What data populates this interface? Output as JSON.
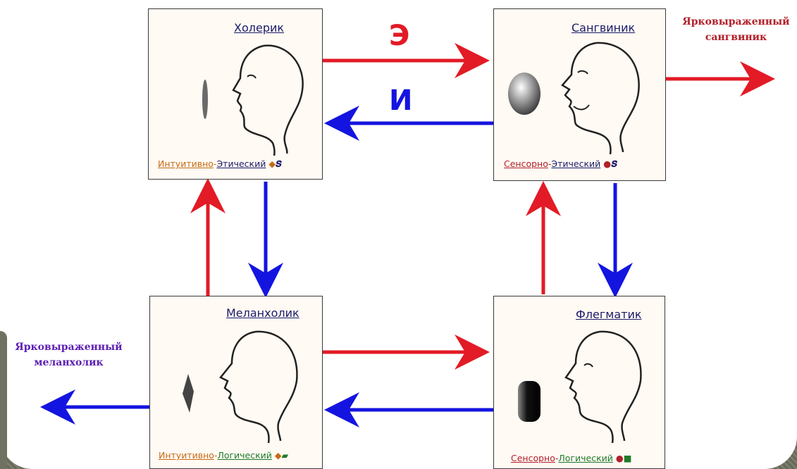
{
  "cards": {
    "choleric": {
      "name": "Холерик",
      "cap_a": "Интуитивно",
      "sep": "-",
      "cap_b": "Этический"
    },
    "sanguine": {
      "name": "Сангвиник",
      "cap_a": "Сенсорно",
      "sep": "-",
      "cap_b": "Этический"
    },
    "melancholic": {
      "name": "Меланхолик",
      "cap_a": "Интуитивно",
      "sep": "-",
      "cap_b": "Логический"
    },
    "phlegmatic": {
      "name": "Флегматик",
      "cap_a": "Сенсорно",
      "sep": "-",
      "cap_b": "Логический"
    }
  },
  "arrow_labels": {
    "e": "Э",
    "i": "И"
  },
  "notes": {
    "sanguine_line1": "Ярковыраженный",
    "sanguine_line2": "сангвиник",
    "melancholic_line1": "Ярковыраженный",
    "melancholic_line2": "меланхолик"
  },
  "colors": {
    "red_arrow": "#e21b26",
    "blue_arrow": "#1414e0",
    "intuitive": "#c66a14",
    "ethical": "#1b1b6b",
    "sensory": "#b3202a",
    "logical": "#1f7a2a"
  }
}
